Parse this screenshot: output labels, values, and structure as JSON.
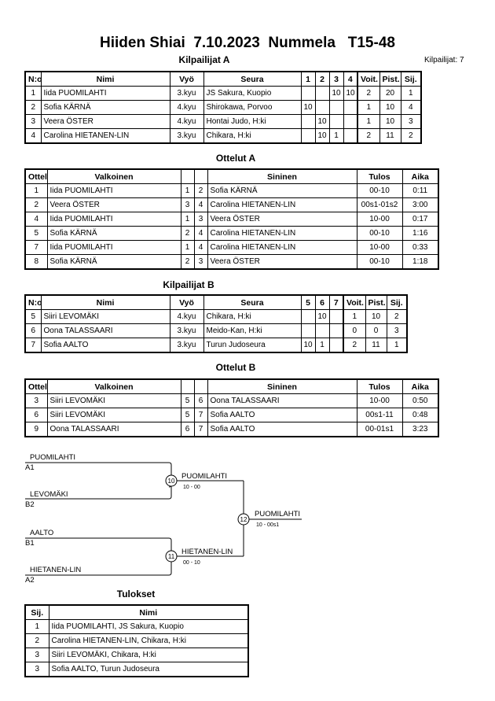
{
  "title": "Hiiden Shiai  7.10.2023  Nummela   T15-48",
  "competitor_count": "Kilpailijat: 7",
  "pool_a": {
    "heading": "Kilpailijat A",
    "headers": [
      "N:o",
      "Nimi",
      "Vyö",
      "Seura",
      "1",
      "2",
      "3",
      "4",
      "Voit.",
      "Pist.",
      "Sij."
    ],
    "rows": [
      [
        "1",
        "Iida PUOMILAHTI",
        "3.kyu",
        "JS Sakura, Kuopio",
        "",
        "",
        "10",
        "10",
        "2",
        "20",
        "1"
      ],
      [
        "2",
        "Sofia KÄRNÄ",
        "4.kyu",
        "Shirokawa, Porvoo",
        "10",
        "",
        "",
        "",
        "1",
        "10",
        "4"
      ],
      [
        "3",
        "Veera ÖSTER",
        "4.kyu",
        "Hontai Judo, H:ki",
        "",
        "10",
        "",
        "",
        "1",
        "10",
        "3"
      ],
      [
        "4",
        "Carolina HIETANEN-LIN",
        "3.kyu",
        "Chikara, H:ki",
        "",
        "10",
        "1",
        "",
        "2",
        "11",
        "2"
      ]
    ]
  },
  "matches_a": {
    "heading": "Ottelut A",
    "headers": [
      "Ottelu",
      "Valkoinen",
      "",
      "",
      "Sininen",
      "Tulos",
      "Aika"
    ],
    "rows": [
      [
        "1",
        "Iida PUOMILAHTI",
        "1",
        "2",
        "Sofia KÄRNÄ",
        "00-10",
        "0:11"
      ],
      [
        "2",
        "Veera ÖSTER",
        "3",
        "4",
        "Carolina HIETANEN-LIN",
        "00s1-01s2",
        "3:00"
      ],
      [
        "4",
        "Iida PUOMILAHTI",
        "1",
        "3",
        "Veera ÖSTER",
        "10-00",
        "0:17"
      ],
      [
        "5",
        "Sofia KÄRNÄ",
        "2",
        "4",
        "Carolina HIETANEN-LIN",
        "00-10",
        "1:16"
      ],
      [
        "7",
        "Iida PUOMILAHTI",
        "1",
        "4",
        "Carolina HIETANEN-LIN",
        "10-00",
        "0:33"
      ],
      [
        "8",
        "Sofia KÄRNÄ",
        "2",
        "3",
        "Veera ÖSTER",
        "00-10",
        "1:18"
      ]
    ]
  },
  "pool_b": {
    "heading": "Kilpailijat B",
    "headers": [
      "N:o",
      "Nimi",
      "Vyö",
      "Seura",
      "5",
      "6",
      "7",
      "Voit.",
      "Pist.",
      "Sij."
    ],
    "rows": [
      [
        "5",
        "Siiri LEVOMÄKI",
        "4.kyu",
        "Chikara, H:ki",
        "",
        "10",
        "",
        "1",
        "10",
        "2"
      ],
      [
        "6",
        "Oona TALASSAARI",
        "3.kyu",
        "Meido-Kan, H:ki",
        "",
        "",
        "",
        "0",
        "0",
        "3"
      ],
      [
        "7",
        "Sofia AALTO",
        "3.kyu",
        "Turun Judoseura",
        "10",
        "1",
        "",
        "2",
        "11",
        "1"
      ]
    ]
  },
  "matches_b": {
    "heading": "Ottelut B",
    "headers": [
      "Ottelu",
      "Valkoinen",
      "",
      "",
      "Sininen",
      "Tulos",
      "Aika"
    ],
    "rows": [
      [
        "3",
        "Siiri LEVOMÄKI",
        "5",
        "6",
        "Oona TALASSAARI",
        "10-00",
        "0:50"
      ],
      [
        "6",
        "Siiri LEVOMÄKI",
        "5",
        "7",
        "Sofia AALTO",
        "00s1-11",
        "0:48"
      ],
      [
        "9",
        "Oona TALASSAARI",
        "6",
        "7",
        "Sofia AALTO",
        "00-01s1",
        "3:23"
      ]
    ]
  },
  "bracket": {
    "sf1_top_name": "PUOMILAHTI",
    "sf1_top_seed": "A1",
    "sf1_bottom_name": "LEVOMÄKI",
    "sf1_bottom_seed": "B2",
    "sf2_top_name": "AALTO",
    "sf2_top_seed": "B1",
    "sf2_bottom_name": "HIETANEN-LIN",
    "sf2_bottom_seed": "A2",
    "match1_no": "10",
    "match1_winner": "PUOMILAHTI",
    "match1_score": "10 - 00",
    "match2_no": "11",
    "match2_winner": "HIETANEN-LIN",
    "match2_score": "00 - 10",
    "final_no": "12",
    "final_winner": "PUOMILAHTI",
    "final_score": "10 - 00s1"
  },
  "results": {
    "heading": "Tulokset",
    "headers": [
      "Sij.",
      "Nimi"
    ],
    "rows": [
      [
        "1",
        "Iida PUOMILAHTI, JS Sakura, Kuopio"
      ],
      [
        "2",
        "Carolina HIETANEN-LIN, Chikara, H:ki"
      ],
      [
        "3",
        "Siiri LEVOMÄKI, Chikara, H:ki"
      ],
      [
        "3",
        "Sofia AALTO, Turun Judoseura"
      ]
    ]
  }
}
